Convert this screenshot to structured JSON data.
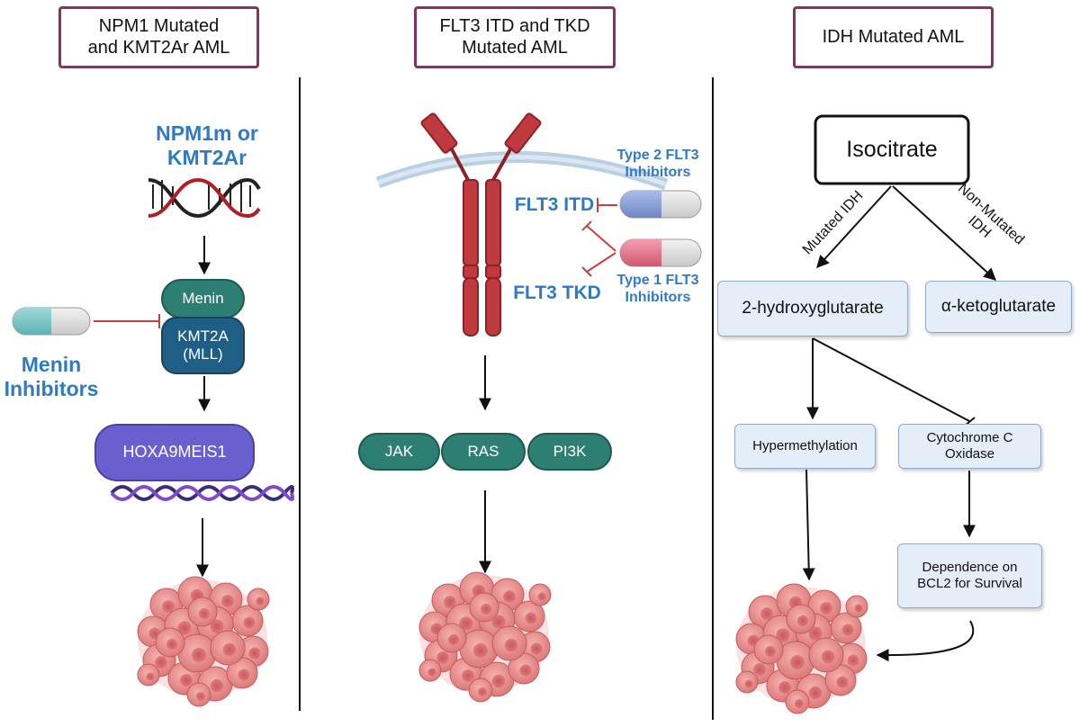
{
  "panels": {
    "npm1": {
      "header": "NPM1 Mutated\nand KMT2Ar AML",
      "mutation_label": "NPM1m or\nKMT2Ar",
      "menin_label": "Menin",
      "kmt2a_label": "KMT2A\n(MLL)",
      "inhibitor_label": "Menin\nInhibitors",
      "target_label": "HOXA9MEIS1"
    },
    "flt3": {
      "header": "FLT3 ITD and TKD\nMutated AML",
      "itd_label": "FLT3 ITD",
      "tkd_label": "FLT3 TKD",
      "type2_label": "Type 2 FLT3\nInhibitors",
      "type1_label": "Type 1 FLT3\nInhibitors",
      "pathway": [
        "JAK",
        "RAS",
        "PI3K"
      ]
    },
    "idh": {
      "header": "IDH Mutated AML",
      "isocitrate": "Isocitrate",
      "mutated_label": "Mutated IDH",
      "nonmutated_label": "Non-Mutated\nIDH",
      "hg2": "2-hydroxyglutarate",
      "akg": "α-ketoglutarate",
      "hypermethylation": "Hypermethylation",
      "cytochrome": "Cytochrome C\nOxidase",
      "bcl2": "Dependence on\nBCL2 for Survival"
    }
  },
  "colors": {
    "header_border": "#8b2f6b",
    "label_blue": "#2f7ac4",
    "teal": "#2c7f72",
    "navy": "#1f5f86",
    "purple": "#6a5fcf",
    "receptor_red": "#c0393f",
    "inhibit_red": "#c94040",
    "box_fill": "#e4eef8",
    "cell_pink": "#e58b8b"
  }
}
